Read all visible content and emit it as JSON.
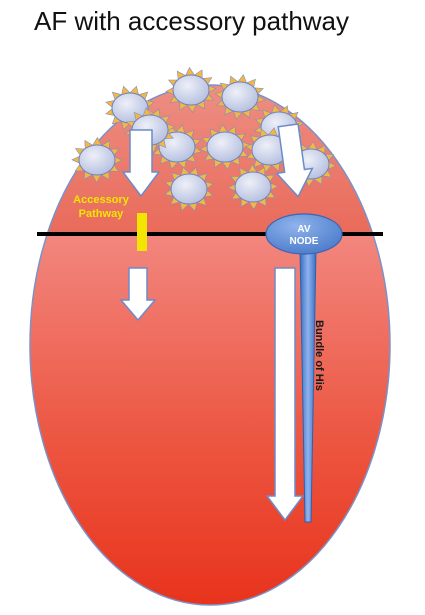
{
  "title": "AF with accessory pathway",
  "labels": {
    "accessory_line1": "Accessory",
    "accessory_line2": "Pathway",
    "av_node_line1": "AV",
    "av_node_line2": "NODE",
    "bundle_of_his": "Bundle of His"
  },
  "icons": {
    "atrial_foci": "sun-burst-icon",
    "conduction": "down-arrow-icon"
  },
  "colors": {
    "atria_top": "#ee8f84",
    "atria_bottom": "#e96a5a",
    "ventricle_top": "#f2867e",
    "ventricle_bottom": "#e8311a",
    "outline": "#7b92c9",
    "accessory_pathway": "#f2e600",
    "av_node": "#5b8bd6",
    "bundle_of_his": "#4a7fd0",
    "star_core": "#c2cbe6",
    "star_rays": "#f4b740"
  }
}
